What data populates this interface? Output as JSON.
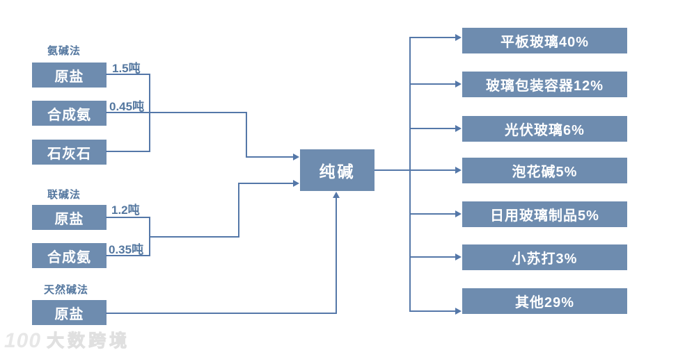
{
  "colors": {
    "box_fill": "#6e8caf",
    "connector": "#5477a8",
    "accent_text": "#54779f",
    "box_text": "#ffffff"
  },
  "center": {
    "label": "纯碱"
  },
  "processes": [
    {
      "name": "氨碱法",
      "inputs": [
        {
          "label": "原盐",
          "amount": "1.5吨"
        },
        {
          "label": "合成氨",
          "amount": "0.45吨"
        },
        {
          "label": "石灰石"
        }
      ]
    },
    {
      "name": "联碱法",
      "inputs": [
        {
          "label": "原盐",
          "amount": "1.2吨"
        },
        {
          "label": "合成氨",
          "amount": "0.35吨"
        }
      ]
    },
    {
      "name": "天然碱法",
      "inputs": [
        {
          "label": "原盐"
        }
      ]
    }
  ],
  "outputs": [
    {
      "label": "平板玻璃40%",
      "share": "40%"
    },
    {
      "label": "玻璃包装容器12%",
      "share": "12%"
    },
    {
      "label": "光伏玻璃6%",
      "share": "6%"
    },
    {
      "label": "泡花碱5%",
      "share": "5%"
    },
    {
      "label": "日用玻璃制品5%",
      "share": "5%"
    },
    {
      "label": "小苏打3%",
      "share": "3%"
    },
    {
      "label": "其他29%",
      "share": "29%"
    }
  ],
  "watermark": {
    "logo": "100",
    "brand": "大数跨境"
  }
}
